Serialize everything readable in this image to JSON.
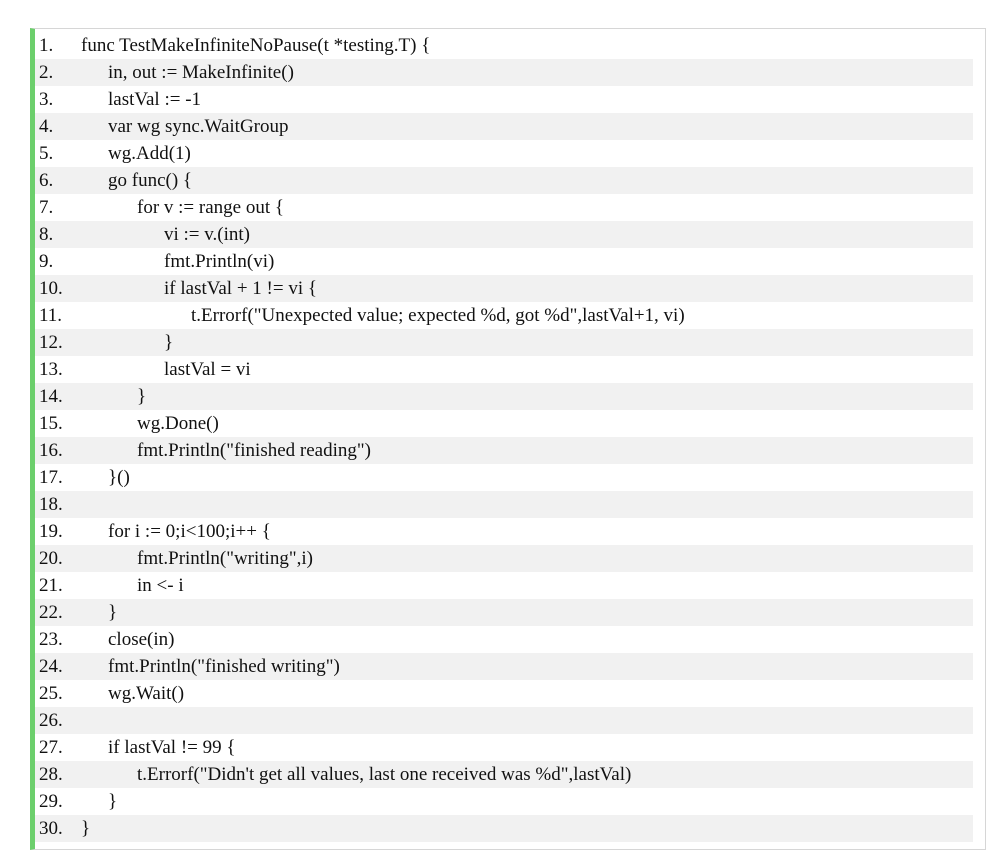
{
  "code": {
    "lines": [
      {
        "num": "1.",
        "indent": 0,
        "text": "func TestMakeInfiniteNoPause(t *testing.T) {"
      },
      {
        "num": "2.",
        "indent": 1,
        "text": "in, out := MakeInfinite()"
      },
      {
        "num": "3.",
        "indent": 1,
        "text": "lastVal := -1"
      },
      {
        "num": "4.",
        "indent": 1,
        "text": "var wg sync.WaitGroup"
      },
      {
        "num": "5.",
        "indent": 1,
        "text": "wg.Add(1)"
      },
      {
        "num": "6.",
        "indent": 1,
        "text": "go func() {"
      },
      {
        "num": "7.",
        "indent": 2,
        "text": "for v := range out {"
      },
      {
        "num": "8.",
        "indent": 3,
        "text": "vi := v.(int)"
      },
      {
        "num": "9.",
        "indent": 3,
        "text": "fmt.Println(vi)"
      },
      {
        "num": "10.",
        "indent": 3,
        "text": "if lastVal + 1 != vi {"
      },
      {
        "num": "11.",
        "indent": 4,
        "text": "t.Errorf(\"Unexpected value; expected %d, got %d\",lastVal+1, vi)"
      },
      {
        "num": "12.",
        "indent": 3,
        "text": "}"
      },
      {
        "num": "13.",
        "indent": 3,
        "text": "lastVal = vi"
      },
      {
        "num": "14.",
        "indent": 2,
        "text": "}"
      },
      {
        "num": "15.",
        "indent": 2,
        "text": "wg.Done()"
      },
      {
        "num": "16.",
        "indent": 2,
        "text": "fmt.Println(\"finished reading\")"
      },
      {
        "num": "17.",
        "indent": 1,
        "text": "}()"
      },
      {
        "num": "18.",
        "indent": 0,
        "text": ""
      },
      {
        "num": "19.",
        "indent": 1,
        "text": "for i := 0;i<100;i++ {"
      },
      {
        "num": "20.",
        "indent": 2,
        "text": "fmt.Println(\"writing\",i)"
      },
      {
        "num": "21.",
        "indent": 2,
        "text": "in <- i"
      },
      {
        "num": "22.",
        "indent": 1,
        "text": "}"
      },
      {
        "num": "23.",
        "indent": 1,
        "text": "close(in)"
      },
      {
        "num": "24.",
        "indent": 1,
        "text": "fmt.Println(\"finished writing\")"
      },
      {
        "num": "25.",
        "indent": 1,
        "text": "wg.Wait()"
      },
      {
        "num": "26.",
        "indent": 0,
        "text": ""
      },
      {
        "num": "27.",
        "indent": 1,
        "text": "if lastVal != 99 {"
      },
      {
        "num": "28.",
        "indent": 2,
        "text": "t.Errorf(\"Didn't get all values, last one received was %d\",lastVal)"
      },
      {
        "num": "29.",
        "indent": 1,
        "text": "}"
      },
      {
        "num": "30.",
        "indent": 0,
        "text": "}"
      }
    ]
  }
}
